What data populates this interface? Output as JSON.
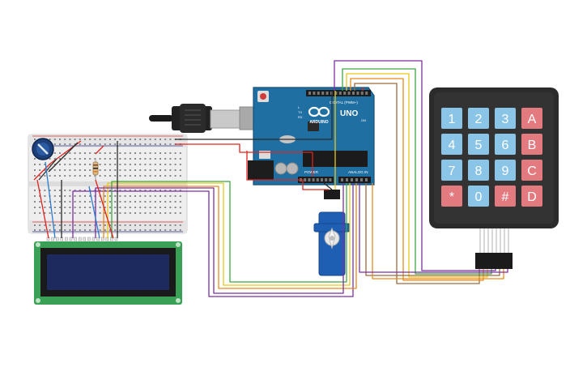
{
  "arduino": {
    "brand": "ARDUINO",
    "model": "UNO",
    "digital_header_label": "DIGITAL (PWM~)",
    "analog_header_label": "ANALOG IN",
    "power_label": "POWER",
    "tx_label": "TX",
    "rx_label": "RX",
    "l_label": "L",
    "on_label": "ON",
    "color": "#1f6fa3"
  },
  "keypad": {
    "keys": [
      [
        "1",
        "2",
        "3",
        "A"
      ],
      [
        "4",
        "5",
        "6",
        "B"
      ],
      [
        "7",
        "8",
        "9",
        "C"
      ],
      [
        "*",
        "0",
        "#",
        "D"
      ]
    ],
    "digit_color": "#8ac4e6",
    "letter_color": "#e37a80"
  },
  "lcd": {
    "screen_color": "#1c2a5e",
    "board_color": "#3aa055"
  },
  "wire_colors": {
    "red": "#e0241f",
    "black": "#2a2a2a",
    "purple": "#7b2fa2",
    "orange": "#e78a1d",
    "yellow": "#e8c81a",
    "green": "#3da843",
    "brown": "#9a6a3d",
    "blue": "#2b7bd0"
  }
}
